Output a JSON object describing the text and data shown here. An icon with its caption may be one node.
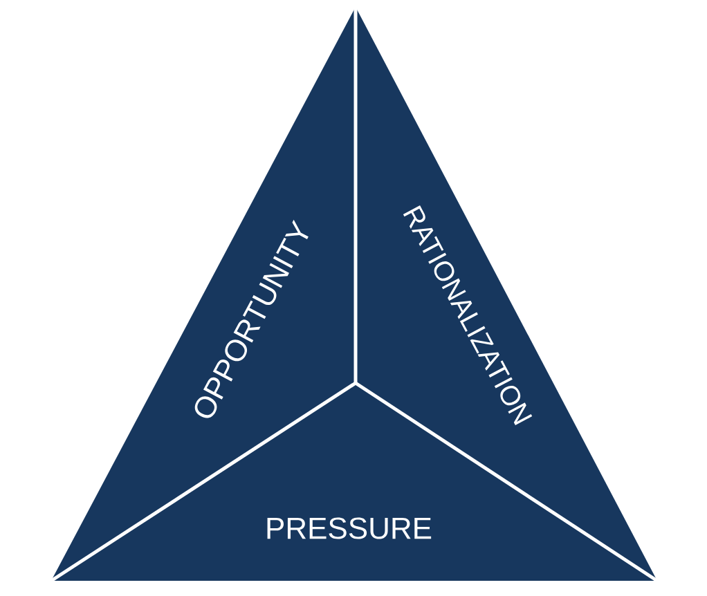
{
  "diagram": {
    "nodes": [
      {
        "text": [
          "OPPORTUNITY"
        ]
      },
      {
        "text": [
          "RATIONALIZATION"
        ]
      },
      {
        "text": [
          "PRESSURE"
        ]
      }
    ]
  }
}
